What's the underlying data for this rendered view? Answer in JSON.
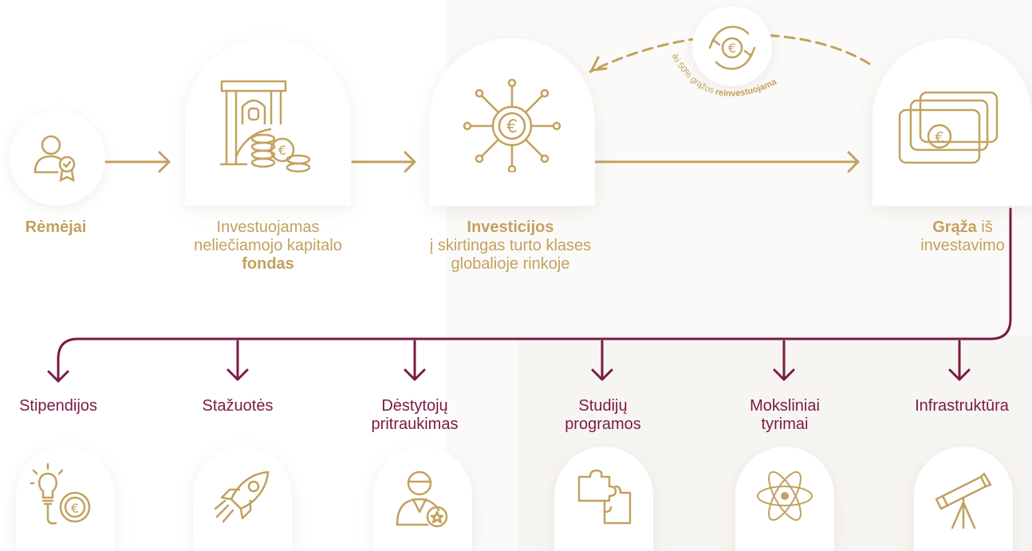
{
  "top_nodes": [
    {
      "bold": "Rėmėjai",
      "line1": "",
      "line2": "",
      "line3": ""
    },
    {
      "bold": "fondas",
      "line1": "Investuojamas",
      "line2": "neliečiamojo kapitalo",
      "line3": ""
    },
    {
      "bold": "Investicijos",
      "line1": "į skirtingas turto klases",
      "line2": "globalioje rinkoje",
      "line3": ""
    },
    {
      "bold": "Grąža",
      "line1": " iš",
      "line2": "investavimo",
      "line3": ""
    }
  ],
  "reinvest": {
    "prefix": "iki 50% grąžos ",
    "bold": "reinvestuojama"
  },
  "bottom_nodes": [
    {
      "line1": "Stipendijos",
      "line2": ""
    },
    {
      "line1": "Stažuotės",
      "line2": ""
    },
    {
      "line1": "Dėstytojų",
      "line2": "pritraukimas"
    },
    {
      "line1": "Studijų",
      "line2": "programos"
    },
    {
      "line1": "Moksliniai",
      "line2": "tyrimai"
    },
    {
      "line1": "Infrastruktūra",
      "line2": ""
    }
  ],
  "colors": {
    "gold": "#c3a15e",
    "burgundy": "#7a1a45"
  },
  "icons": [
    "donor-icon",
    "fund-icon",
    "investment-network-icon",
    "banknotes-icon",
    "recycle-euro-icon",
    "lightbulb-coin-icon",
    "rocket-icon",
    "lecturer-icon",
    "puzzle-icon",
    "atom-icon",
    "telescope-icon"
  ]
}
